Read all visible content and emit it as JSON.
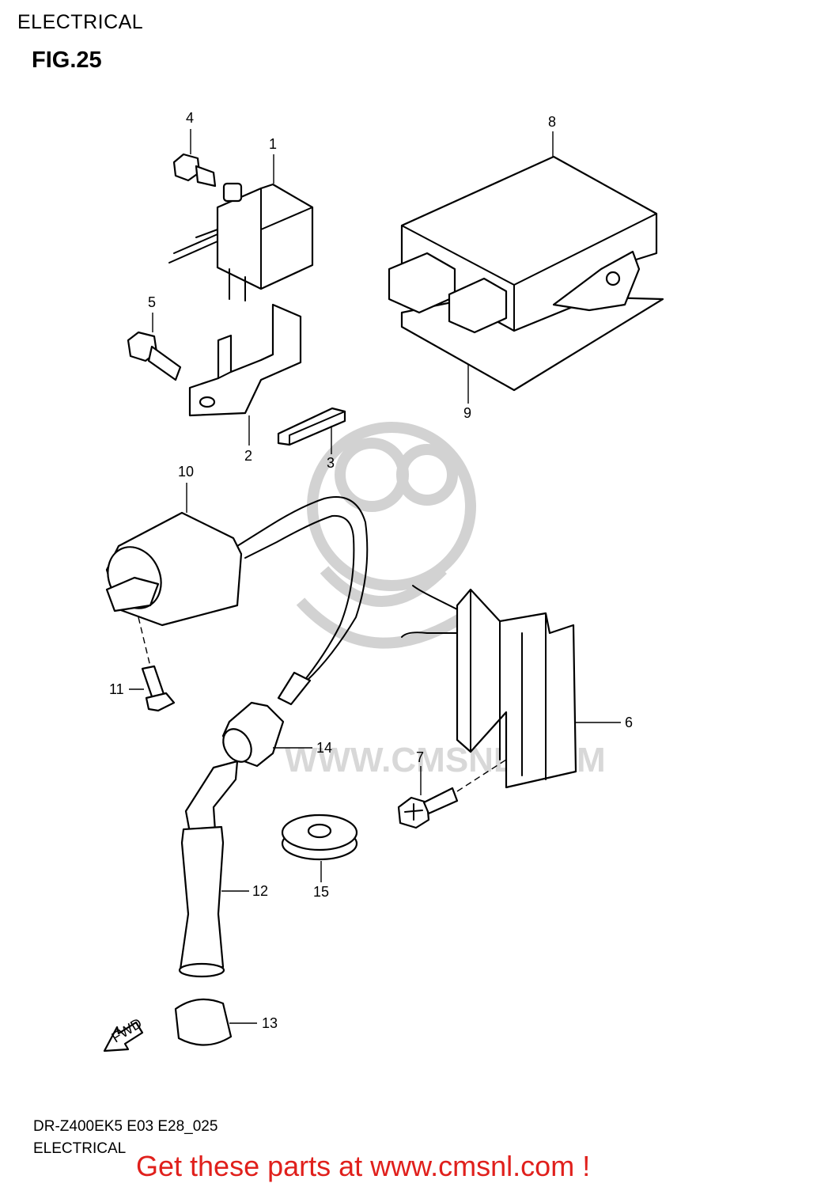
{
  "header": {
    "section": "ELECTRICAL",
    "figure": "FIG.25"
  },
  "callouts": [
    "1",
    "2",
    "3",
    "4",
    "5",
    "6",
    "7",
    "8",
    "9",
    "10",
    "11",
    "12",
    "13",
    "14",
    "15"
  ],
  "arrow_label": "FWD",
  "footer": {
    "model_code": "DR-Z400EK5 E03 E28_025",
    "section": "ELECTRICAL"
  },
  "promo": {
    "text": "Get these parts at www.cmsnl.com !",
    "color": "#e0201c"
  },
  "watermark": {
    "url_text": "WWW.CMSNL.COM"
  }
}
